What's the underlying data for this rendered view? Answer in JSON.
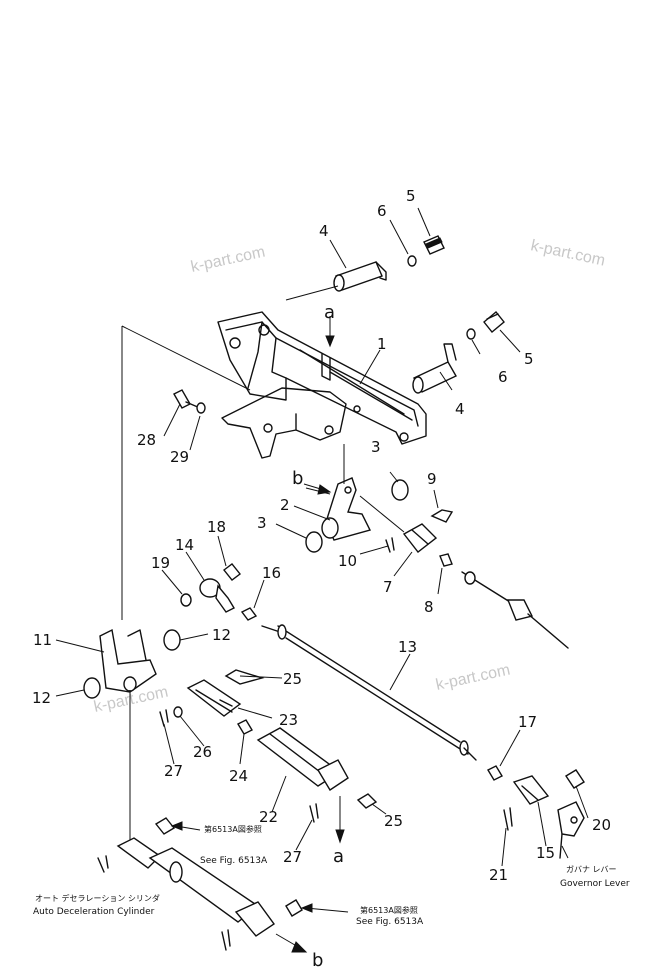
{
  "watermarks": [
    "k-part.com",
    "k-part.com",
    "k-part.com",
    "k-part.com"
  ],
  "callouts": {
    "c1": "1",
    "c3a": "3",
    "c3b": "3",
    "c2": "2",
    "c4a": "4",
    "c4b": "4",
    "c5a": "5",
    "c5b": "5",
    "c6a": "6",
    "c6b": "6",
    "c7": "7",
    "c8": "8",
    "c9": "9",
    "c10": "10",
    "c11": "11",
    "c12a": "12",
    "c12b": "12",
    "c13": "13",
    "c14": "14",
    "c15": "15",
    "c16": "16",
    "c17": "17",
    "c18": "18",
    "c19": "19",
    "c20": "20",
    "c21": "21",
    "c22": "22",
    "c23": "23",
    "c24": "24",
    "c25a": "25",
    "c25b": "25",
    "c26": "26",
    "c27a": "27",
    "c27b": "27",
    "c28": "28",
    "c29": "29"
  },
  "refs": {
    "a_top": "a",
    "b_top": "b",
    "a_bottom": "a",
    "b_bottom": "b"
  },
  "notes": {
    "see_fig_1_jp": "第6513A図参照",
    "see_fig_1_en": "See Fig. 6513A",
    "see_fig_2_jp": "第6513A図参照",
    "see_fig_2_en": "See Fig. 6513A",
    "governor_jp": "ガバナ レバー",
    "governor_en": "Governor Lever",
    "cylinder_jp": "オート デセラレーション シリンダ",
    "cylinder_en": "Auto Deceleration Cylinder"
  }
}
